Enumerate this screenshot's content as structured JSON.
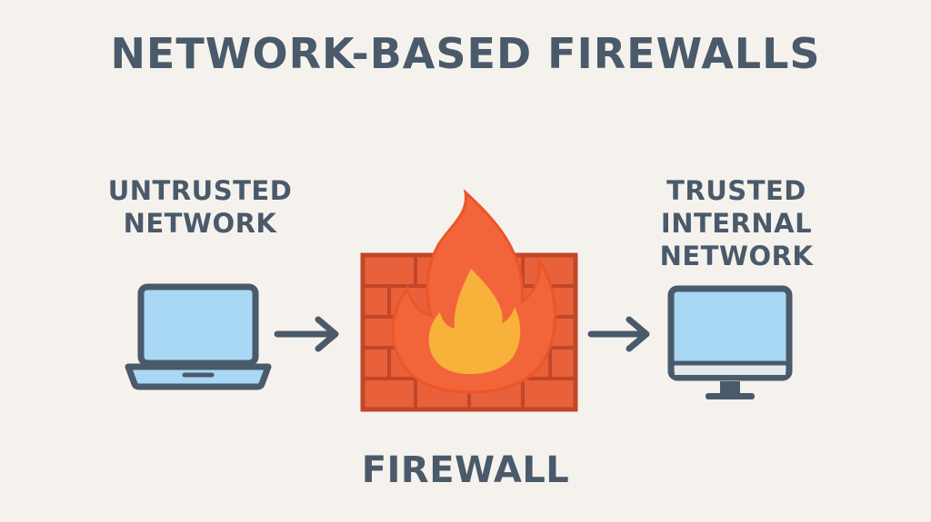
{
  "title": "NETWORK-BASED FIREWALLS",
  "left_label": {
    "line1": "UNTRUSTED",
    "line2": "NETWORK"
  },
  "right_label": {
    "line1": "TRUSTED",
    "line2": "INTERNAL",
    "line3": "NETWORK"
  },
  "center_label": "FIREWALL",
  "icons": {
    "left": "laptop-icon",
    "center": "firewall-icon",
    "right": "desktop-monitor-icon",
    "arrows": "arrow-right-icon"
  },
  "colors": {
    "background": "#f5f2ed",
    "text": "#4a5a6a",
    "screen": "#a9d8f5",
    "outline": "#4a5a6a",
    "brick": "#e8613a",
    "mortar": "#c2462a",
    "flame_outer": "#f2653a",
    "flame_inner": "#f8b13b"
  }
}
